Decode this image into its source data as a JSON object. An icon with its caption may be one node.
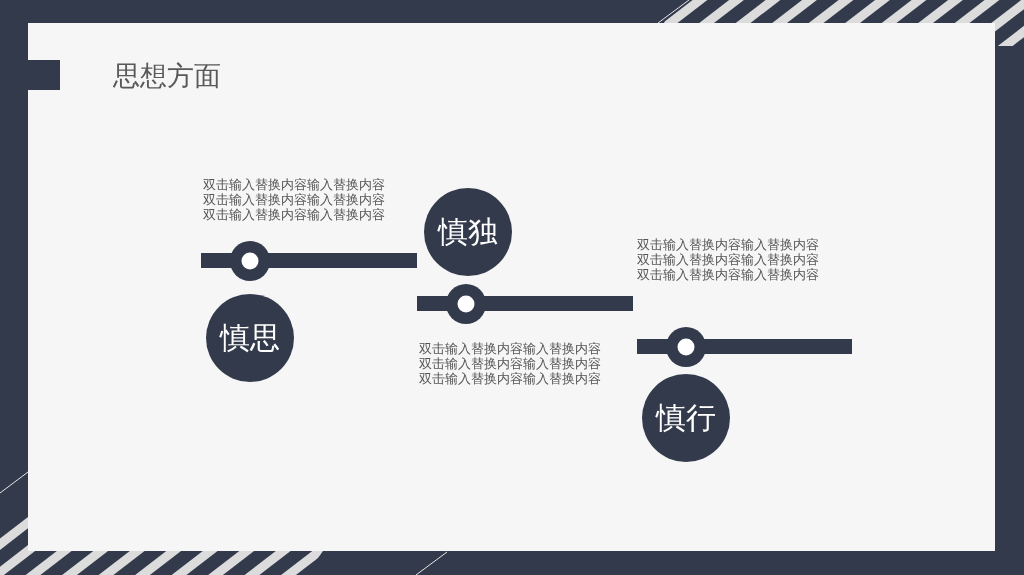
{
  "diagram": {
    "title": "思想方面",
    "nodes": [
      {
        "text": [],
        "shape": "bar"
      },
      {
        "text": [
          "慎思"
        ]
      },
      {
        "text": [],
        "shape": "bar"
      },
      {
        "text": [
          "慎独"
        ]
      },
      {
        "text": [],
        "shape": "bar"
      },
      {
        "text": [
          "慎行"
        ]
      }
    ],
    "labels": [
      "双击输入替换内容输入替换内容双击输入替换内容输入替换内容双击输入替换内容输入替换内容",
      "双击输入替换内容输入替换内容双击输入替换内容输入替换内容双击输入替换内容输入替换内容",
      "双击输入替换内容输入替换内容双击输入替换内容输入替换内容双击输入替换内容输入替换内容"
    ]
  }
}
